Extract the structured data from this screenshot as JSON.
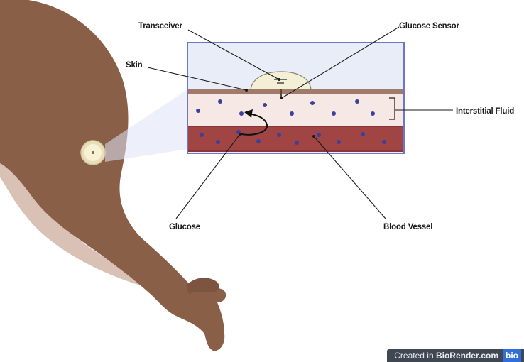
{
  "labels": {
    "transceiver": "Transceiver",
    "glucose_sensor": "Glucose Sensor",
    "skin": "Skin",
    "interstitial_fluid": "Interstitial Fluid",
    "glucose": "Glucose",
    "blood_vessel": "Blood Vessel"
  },
  "credit": {
    "prefix": "Created in ",
    "brand": "BioRender.com",
    "badge": "bio"
  },
  "colors": {
    "skin_tone": "#8a5f48",
    "skin_layer": "#a07a6a",
    "interstitial_fluid": "#f6e8e4",
    "blood_vessel": "#a04444",
    "glucose_dot": "#3d3f9c",
    "callout_fill": "#e9edf8",
    "callout_border": "#6f75c7",
    "sensor_fill": "#f4f0d6"
  }
}
